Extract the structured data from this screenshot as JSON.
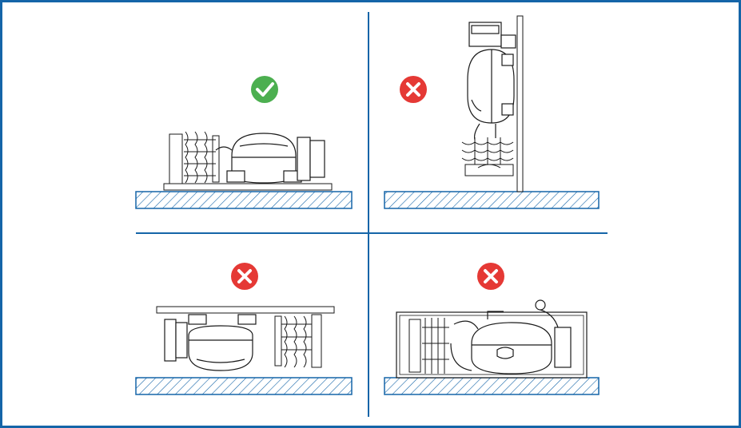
{
  "figure": {
    "frame_color": "#1565a8",
    "divider_color": "#1565a8",
    "line_color": "#1a1a1a",
    "hatch_color": "#1565a8",
    "panels": [
      {
        "id": "horizontal-base",
        "status": "correct",
        "status_icon": "check-circle-icon",
        "status_color": "#4caf50"
      },
      {
        "id": "vertical-wall",
        "status": "incorrect",
        "status_icon": "cross-circle-icon",
        "status_color": "#e53935"
      },
      {
        "id": "upside-down-ceiling",
        "status": "incorrect",
        "status_icon": "cross-circle-icon",
        "status_color": "#e53935"
      },
      {
        "id": "enclosed-cabinet",
        "status": "incorrect",
        "status_icon": "cross-circle-icon",
        "status_color": "#e53935"
      }
    ]
  }
}
